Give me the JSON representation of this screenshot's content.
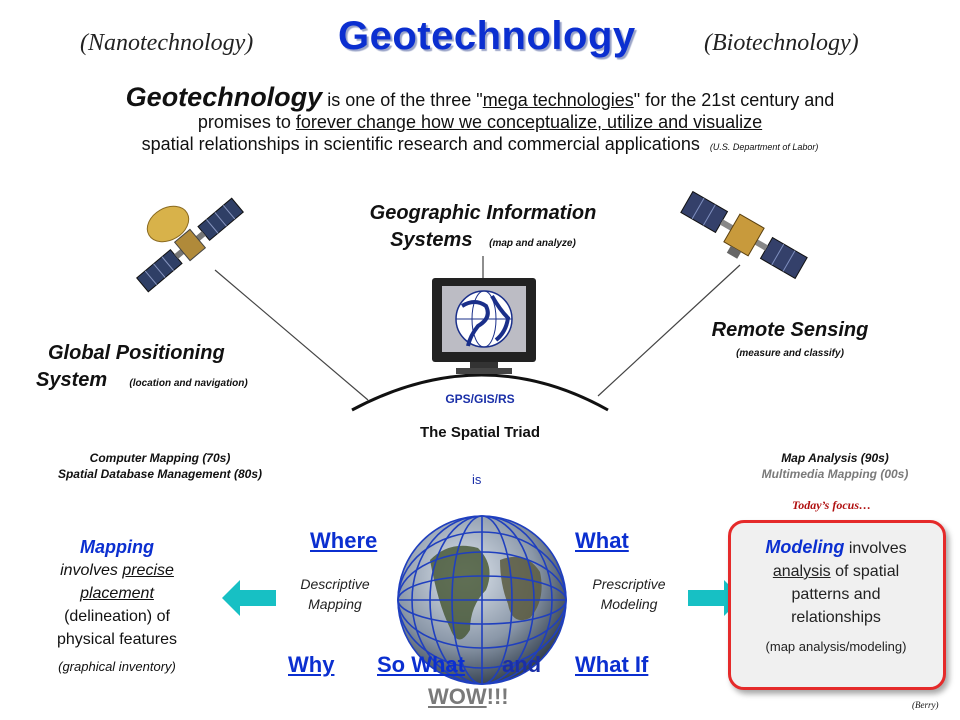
{
  "header": {
    "left_paren": "(Nanotechnology)",
    "title": "Geotechnology",
    "right_paren": "(Biotechnology)"
  },
  "intro": {
    "lead": "Geotechnology",
    "line1_a": " is one of the three \"",
    "line1_u": "mega technologies",
    "line1_b": "\" for the 21st century and",
    "line2_a": "promises to ",
    "line2_u": "forever change how we conceptualize, utilize and visualize",
    "line3": "spatial relationships in scientific research and commercial applications",
    "citation": "(U.S. Department of Labor)"
  },
  "triad": {
    "gis_title_1": "Geographic Information",
    "gis_title_2": "Systems",
    "gis_note": "(map and analyze)",
    "gps_title_1": "Global Positioning",
    "gps_title_2": "System",
    "gps_note": "(location and navigation)",
    "rs_title": "Remote Sensing",
    "rs_note": "(measure and classify)",
    "arc_label": "GPS/GIS/RS",
    "title": "The Spatial Triad"
  },
  "eras": {
    "left_1": "Computer Mapping (70s)",
    "left_2": "Spatial Database Management (80s)",
    "right_1": "Map Analysis (90s)",
    "right_2": "Multimedia Mapping (00s)"
  },
  "center": {
    "is": "is",
    "where": "Where",
    "what": "What",
    "descriptive_1": "Descriptive",
    "descriptive_2": "Mapping",
    "prescriptive_1": "Prescriptive",
    "prescriptive_2": "Modeling",
    "why": "Why",
    "so_what": "So What",
    "and": "and",
    "what_if": "What If",
    "wow": "WOW",
    "wow_bang": "!!!"
  },
  "mapping": {
    "head": "Mapping",
    "l1": "involves ",
    "l1_u": "precise",
    "l2_u": "placement",
    "l3": "(delineation) of",
    "l4": "physical features",
    "foot": "(graphical inventory)"
  },
  "modeling": {
    "focus": "Today’s focus…",
    "head": "Modeling",
    "l1": " involves",
    "l2_u": "analysis",
    "l2": " of spatial",
    "l3": "patterns and",
    "l4": "relationships",
    "foot": "(map analysis/modeling)"
  },
  "credit": "(Berry)",
  "colors": {
    "title_blue": "#0b2fd0",
    "label_blue": "#1a2fa8",
    "arrow_cyan": "#17c0c4",
    "box_red": "#e52a2a",
    "box_gray": "#f0f0f0"
  },
  "icons": [
    "gps-satellite-icon",
    "monitor-globe-icon",
    "remote-sensing-satellite-icon",
    "wireframe-globe-icon",
    "left-arrow-icon",
    "right-arrow-icon"
  ]
}
